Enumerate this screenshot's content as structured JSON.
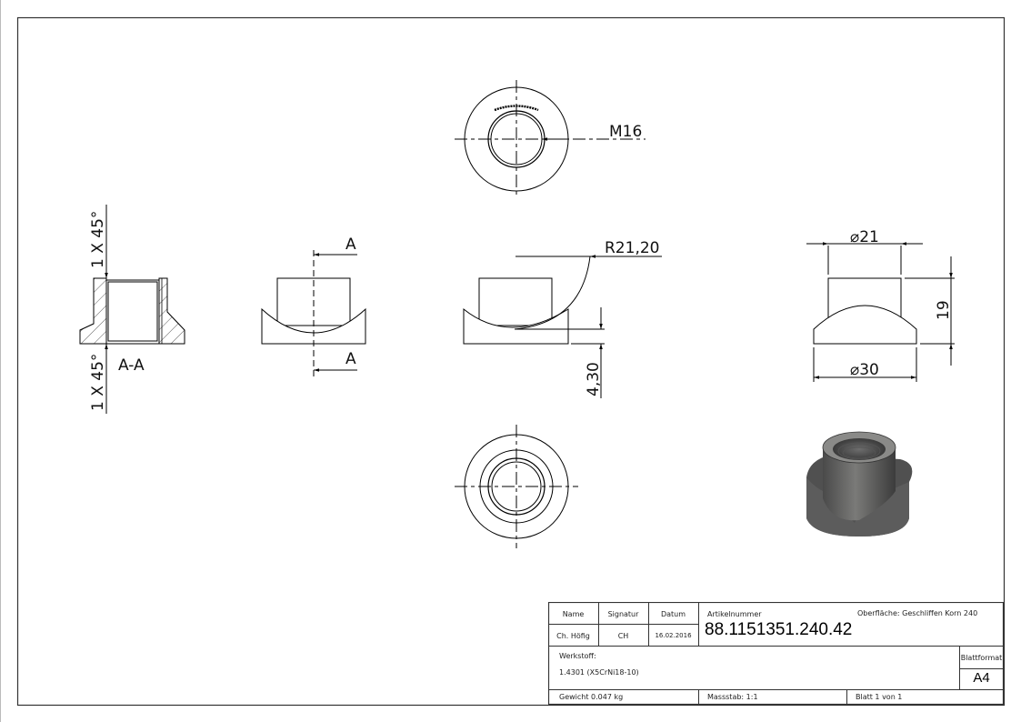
{
  "drawing": {
    "views": {
      "section_aa": {
        "label": "A-A",
        "chamfer_top": "1 X 45°",
        "chamfer_bottom": "1 X 45°"
      },
      "front_view": {
        "section_marker_top": "A",
        "section_marker_bottom": "A"
      },
      "side_view": {
        "radius_dim": "R21,20",
        "height_dim": "4,30"
      },
      "right_view": {
        "dia_top": "⌀21",
        "dia_bottom": "⌀30",
        "height_dim": "19"
      },
      "top_view": {
        "thread_dim": "M16"
      },
      "bottom_view": {},
      "iso_view": {}
    }
  },
  "title_block": {
    "headers": {
      "name": "Name",
      "signatur": "Signatur",
      "datum": "Datum",
      "artikelnummer": "Artikelnummer",
      "oberflaeche": "Oberfläche:  Geschliffen Korn 240"
    },
    "values": {
      "name": "Ch. Höfig",
      "signatur": "CH",
      "datum": "16.02.2016",
      "artikelnummer": "88.1151351.240.42"
    },
    "werkstoff_label": "Werkstoff:",
    "werkstoff_value": "1.4301 (X5CrNi18-10)",
    "blattformat_label": "Blattformat",
    "blattformat_value": "A4",
    "gewicht": "Gewicht 0.047 kg",
    "massstab": "Massstab: 1:1",
    "blatt": "Blatt 1 von 1"
  }
}
